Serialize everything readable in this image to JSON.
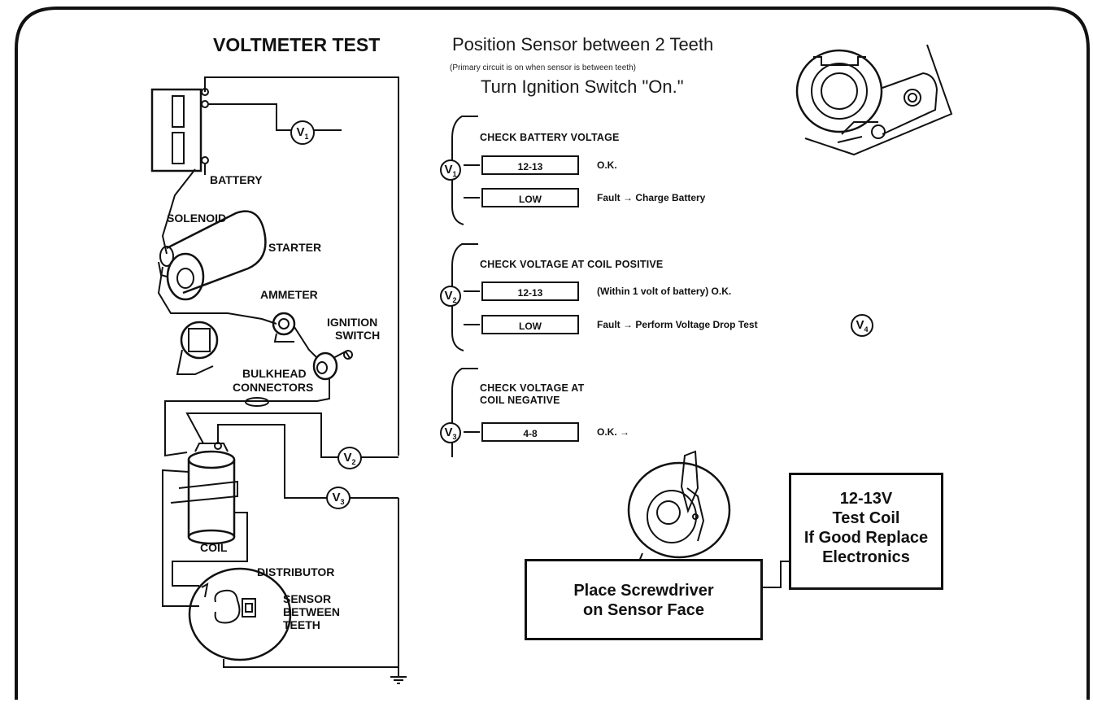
{
  "title": "VOLTMETER TEST",
  "header": {
    "instruction1": "Position Sensor between 2 Teeth",
    "note": "(Primary circuit is on when sensor is between teeth)",
    "instruction2": "Turn Ignition Switch \"On.\""
  },
  "wiring_labels": {
    "battery": "BATTERY",
    "solenoid": "SOLENOID",
    "starter": "STARTER",
    "ammeter": "AMMETER",
    "ignition_switch_1": "IGNITION",
    "ignition_switch_2": "SWITCH",
    "bulkhead_1": "BULKHEAD",
    "bulkhead_2": "CONNECTORS",
    "coil": "COIL",
    "distributor": "DISTRIBUTOR",
    "sensor_1": "SENSOR",
    "sensor_2": "BETWEEN",
    "sensor_3": "TEETH"
  },
  "meters": {
    "v1": "V",
    "v1_sub": "1",
    "v2": "V",
    "v2_sub": "2",
    "v3": "V",
    "v3_sub": "3",
    "v4": "V",
    "v4_sub": "4"
  },
  "steps": [
    {
      "title": "CHECK BATTERY VOLTAGE",
      "rows": [
        {
          "reading": "12-13",
          "result": "O.K."
        },
        {
          "reading": "LOW",
          "result": "Fault → Charge Battery"
        }
      ]
    },
    {
      "title": "CHECK VOLTAGE AT COIL POSITIVE",
      "rows": [
        {
          "reading": "12-13",
          "result": "(Within 1 volt of battery) O.K."
        },
        {
          "reading": "LOW",
          "result": "Fault → Perform Voltage Drop Test"
        }
      ]
    },
    {
      "title_1": "CHECK VOLTAGE AT",
      "title_2": "COIL NEGATIVE",
      "rows": [
        {
          "reading": "4-8",
          "result": "O.K. →"
        }
      ]
    }
  ],
  "callouts": {
    "screwdriver_1": "Place Screwdriver",
    "screwdriver_2": "on Sensor Face",
    "result_1": "12-13V",
    "result_2": "Test Coil",
    "result_3": "If Good Replace",
    "result_4": "Electronics"
  }
}
